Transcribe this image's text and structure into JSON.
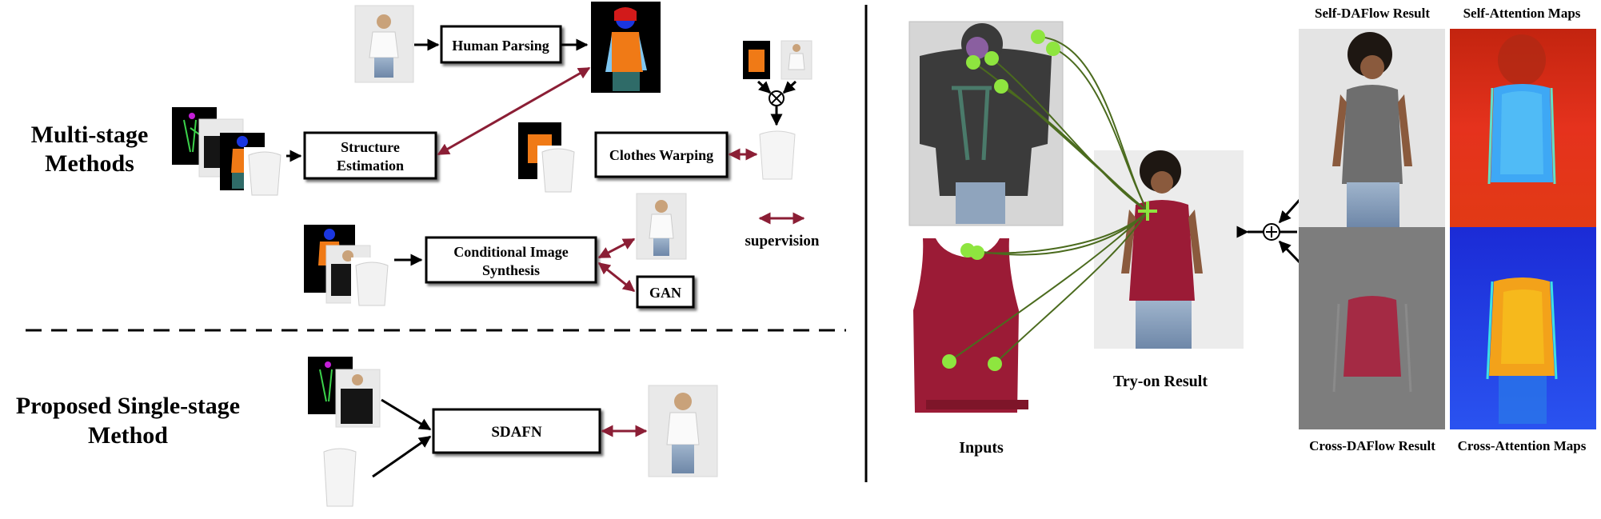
{
  "left": {
    "multi_stage_label_line1": "Multi-stage",
    "multi_stage_label_line2": "Methods",
    "proposed_label_line1": "Proposed Single-stage",
    "proposed_label_line2": "Method",
    "human_parsing": "Human Parsing",
    "structure_estimation_line1": "Structure",
    "structure_estimation_line2": "Estimation",
    "clothes_warping": "Clothes Warping",
    "conditional_synthesis_line1": "Conditional Image",
    "conditional_synthesis_line2": "Synthesis",
    "gan": "GAN",
    "supervision": "supervision",
    "sdafn": "SDAFN"
  },
  "right": {
    "inputs": "Inputs",
    "tryon_result": "Try-on Result",
    "self_daflow_result": "Self-DAFlow Result",
    "self_attention_maps": "Self-Attention Maps",
    "cross_daflow_result": "Cross-DAFlow Result",
    "cross_attention_maps": "Cross-Attention Maps"
  },
  "colors": {
    "red_arrow": "#8b1e35",
    "keypoint_green": "#8ee53f",
    "curve_green": "#4b6b1e",
    "garment_red": "#9b1b36",
    "heat_red": "#e5321d",
    "heat_blue": "#1b2bd6"
  }
}
